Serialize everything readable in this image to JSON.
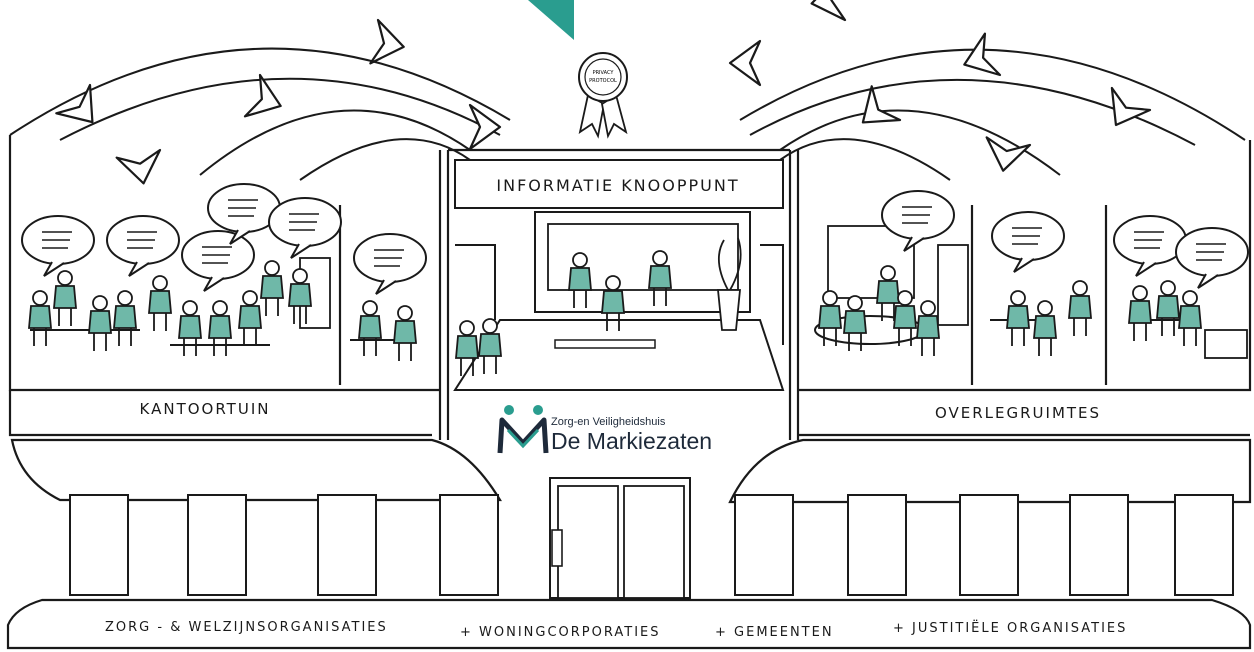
{
  "colors": {
    "ink": "#1a1a1a",
    "teal": "#6fb8a8",
    "teal_dark": "#2a9d8f",
    "logo_dark": "#1e2a3a",
    "background": "#ffffff"
  },
  "rooms": {
    "left_label": "KANTOORTUIN",
    "center_label": "INFORMATIE KNOOPPUNT",
    "right_label": "OVERLEGRUIMTES"
  },
  "logo": {
    "tagline": "Zorg-en Veiligheidshuis",
    "name": "De Markiezaten"
  },
  "badge": {
    "line1": "PRIVACY",
    "line2": "PROTOCOL"
  },
  "base_text": {
    "items": [
      "ZORG - & WELZIJNSORGANISATIES",
      "+ WONINGCORPORATIES",
      "+ GEMEENTEN",
      "+ JUSTITIËLE ORGANISATIES"
    ]
  },
  "icons": [
    "arrow-chevron-icon",
    "speech-bubble-icon",
    "person-icon",
    "ribbon-badge-icon",
    "logo-icon"
  ]
}
